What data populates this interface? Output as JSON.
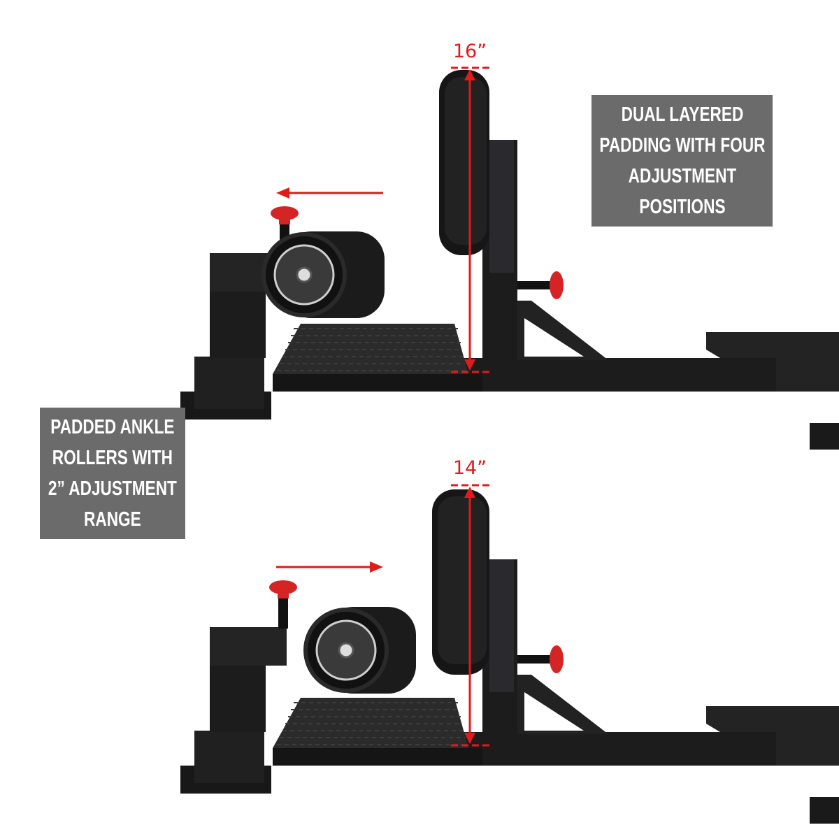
{
  "top_config": {
    "height_label": "16”",
    "roller_direction": "left"
  },
  "bottom_config": {
    "height_label": "14”",
    "roller_direction": "right"
  },
  "callouts": {
    "pad": {
      "lines": [
        "DUAL LAYERED",
        "PADDING WITH FOUR",
        "ADJUSTMENT",
        "POSITIONS"
      ]
    },
    "roller": {
      "lines": [
        "PADDED ANKLE",
        "ROLLERS WITH",
        "2” ADJUSTMENT",
        "RANGE"
      ]
    }
  },
  "colors": {
    "accent": "#e21a1a",
    "callout_bg": "#6b6b6b",
    "frame": "#1c1c1c",
    "knob": "#d42424"
  }
}
